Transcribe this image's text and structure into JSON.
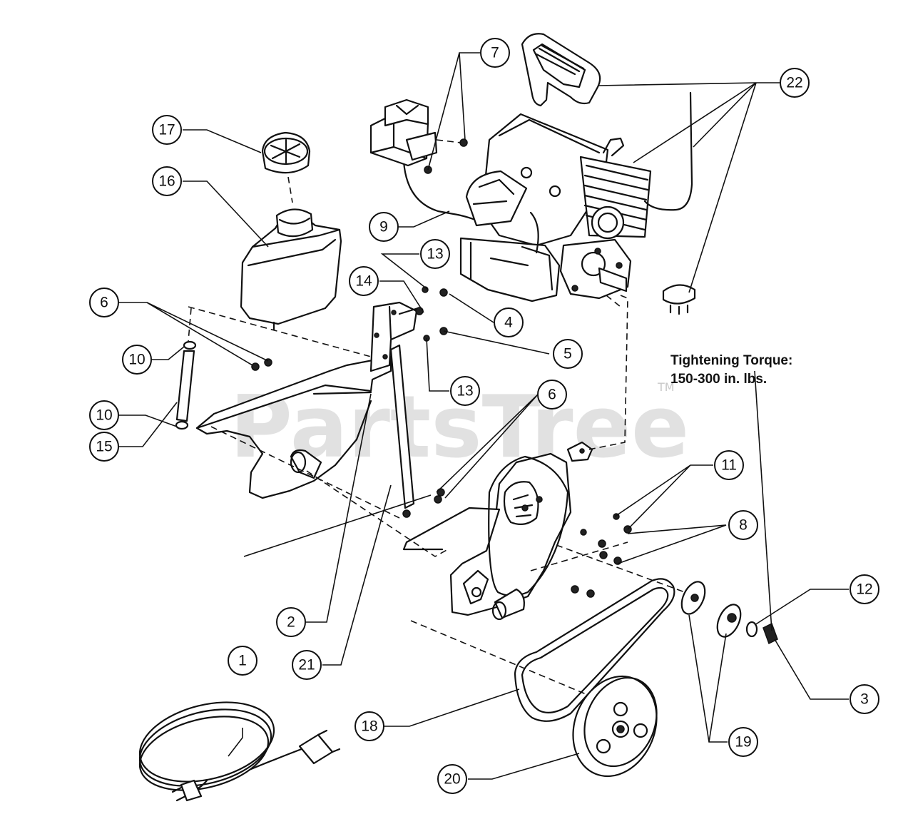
{
  "watermark": {
    "text": "PartsTree",
    "tm": "TM"
  },
  "torque_note": {
    "line1": "Tightening Torque:",
    "line2": "150-300 in. lbs."
  },
  "callouts": [
    {
      "id": "c1",
      "label": "1"
    },
    {
      "id": "c2",
      "label": "2"
    },
    {
      "id": "c3",
      "label": "3"
    },
    {
      "id": "c4",
      "label": "4"
    },
    {
      "id": "c5",
      "label": "5"
    },
    {
      "id": "c6a",
      "label": "6"
    },
    {
      "id": "c6b",
      "label": "6"
    },
    {
      "id": "c7",
      "label": "7"
    },
    {
      "id": "c8",
      "label": "8"
    },
    {
      "id": "c9",
      "label": "9"
    },
    {
      "id": "c10a",
      "label": "10"
    },
    {
      "id": "c10b",
      "label": "10"
    },
    {
      "id": "c11",
      "label": "11"
    },
    {
      "id": "c12",
      "label": "12"
    },
    {
      "id": "c13a",
      "label": "13"
    },
    {
      "id": "c13b",
      "label": "13"
    },
    {
      "id": "c14",
      "label": "14"
    },
    {
      "id": "c15",
      "label": "15"
    },
    {
      "id": "c16",
      "label": "16"
    },
    {
      "id": "c17",
      "label": "17"
    },
    {
      "id": "c18",
      "label": "18"
    },
    {
      "id": "c19",
      "label": "19"
    },
    {
      "id": "c20",
      "label": "20"
    },
    {
      "id": "c21",
      "label": "21"
    },
    {
      "id": "c22",
      "label": "22"
    }
  ]
}
